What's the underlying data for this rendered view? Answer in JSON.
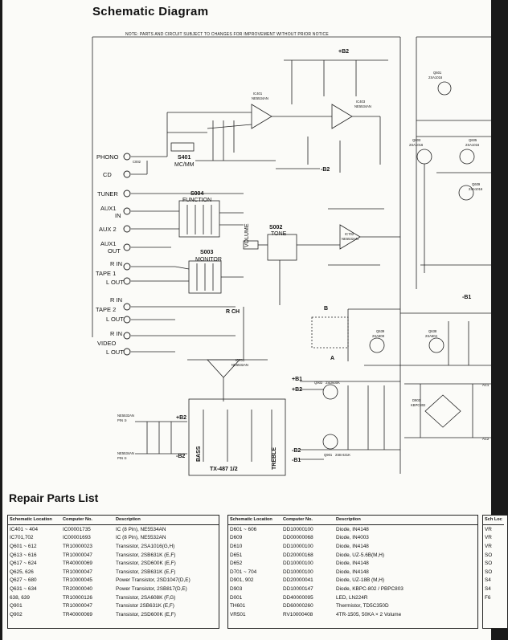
{
  "header": {
    "title": "Schematic Diagram",
    "note": "NOTE: PARTS AND CIRCUIT SUBJECT TO CHANGES FOR IMPROVEMENT WITHOUT PRIOR NOTICE"
  },
  "schematic": {
    "jacks": {
      "phono": "PHONO",
      "cd": "CD",
      "tuner": "TUNER",
      "aux1_in_a": "AUX1",
      "aux1_in_b": "IN",
      "aux2": "AUX 2",
      "aux1_out_a": "AUX1",
      "aux1_out_b": "OUT",
      "tape1_rin": "R IN",
      "tape1": "TAPE 1",
      "tape1_lout": "L OUT",
      "tape2_rin": "R IN",
      "tape2": "TAPE 2",
      "tape2_lout": "L OUT",
      "video_rin": "R IN",
      "video": "VIDEO",
      "video_lout": "L OUT"
    },
    "switches": {
      "s401": "S401",
      "s401_sub": "MC/MM",
      "s004": "S004",
      "s004_sub": "FUNCTION",
      "s003": "S003",
      "s003_sub": "MONITOR",
      "s002": "S002",
      "s002_sub": "TONE",
      "volume": "VOLUME",
      "rch": "R CH"
    },
    "ics": {
      "ic401": "IC401",
      "ic401_sub": "NE5534AN",
      "ic403": "IC403",
      "ic403_sub": "NE5534AN",
      "ic702": "IC702",
      "ic702_sub": "NE5532AN",
      "ic701": "IC701",
      "ic701_sub": "NE5532AN"
    },
    "transistors": {
      "q601": "Q601",
      "q601_sub": "2SA1016",
      "q603": "Q603",
      "q603_sub": "2SA1016",
      "q605": "Q605",
      "q605_sub": "2SA1016",
      "q609": "Q609",
      "q609_sub": "2SA1016",
      "q639": "Q639",
      "q639_sub": "2SA608",
      "q638": "Q638",
      "q638_sub": "2SA604",
      "q902": "Q902",
      "q902_sub": "2SD600K",
      "q901": "Q901",
      "q901_sub": "2SB 631K"
    },
    "labels": {
      "b2_top": "+B2",
      "b2_mid": "-B2",
      "b1_right": "-B1",
      "b1_left": "+B1",
      "b2_left": "+B2",
      "b2_bottom": "-B2",
      "b1_bottom": "-B1",
      "b2_ic_top": "+B2",
      "b2_ic_bottom": "-B2",
      "ac1": "AC1",
      "ac2": "AC2",
      "d903": "D903",
      "d903_sub": "KBPC802",
      "tx487": "TX-487 1/2",
      "bass": "BASS",
      "treble": "TREBLE",
      "ic_pin_b_a": "NE5532AN",
      "ic_pin_b_b": "PIN ③",
      "ic_pin_a_a": "NE5534AN",
      "ic_pin_a_b": "PIN ⑤",
      "sw_b": "B",
      "sw_a": "A",
      "c002": "C002"
    }
  },
  "repair": {
    "title": "Repair Parts List",
    "columns": [
      "Schematic Location",
      "Computer No.",
      "Description"
    ],
    "table1": [
      [
        "IC401 ~ 404",
        "IC00001735",
        "IC (8 Pin), NE5534AN"
      ],
      [
        "IC701,702",
        "IC00001693",
        "IC (8 Pin), NE5532AN"
      ],
      [
        "Q601 ~ 612",
        "TR10000023",
        "Transistor, 2SA1016(G,H)"
      ],
      [
        "Q613 ~ 616",
        "TR10000047",
        "Transistor, 2SB631K (E,F)"
      ],
      [
        "Q617 ~ 624",
        "TR40000069",
        "Transistor, 2SD600K (E,F)"
      ],
      [
        "Q625, 626",
        "TR10000047",
        "Transistor, 2SB631K (E,F)"
      ],
      [
        "Q627 ~ 680",
        "TR10000045",
        "Power Transistor, 2SD1047(D,E)"
      ],
      [
        "Q631 ~ 634",
        "TR20000040",
        "Power Transistor, 2SB817(D,E)"
      ],
      [
        "638, 639",
        "TR10000126",
        "Transistor, 2SA608K (F,G)"
      ],
      [
        "Q901",
        "TR10000047",
        "Transistor 2SB631K (E,F)"
      ],
      [
        "Q902",
        "TR40000069",
        "Transistor, 2SD600K (E,F)"
      ]
    ],
    "table2": [
      [
        "D601 ~ 606",
        "DD10000100",
        "Diode, IN4148"
      ],
      [
        "D609",
        "DD00000068",
        "Diode, IN4003"
      ],
      [
        "D610",
        "DD10000100",
        "Diode, IN4148"
      ],
      [
        "D651",
        "DD20000168",
        "Diode, UZ-5.6B(M,H)"
      ],
      [
        "D652",
        "DD10000100",
        "Diode, IN4148"
      ],
      [
        "D701 ~ 704",
        "DD10000100",
        "Diode, IN4148"
      ],
      [
        "D901, 902",
        "DD20000041",
        "Diode, UZ-18B (M,H)"
      ],
      [
        "D903",
        "DD10000147",
        "Diode, KBPC-802 / PBPC803"
      ],
      [
        "D001",
        "DD40000095",
        "LED, LN224R"
      ],
      [
        "TH601",
        "DD60000260",
        "Thermistor, TD5C350D"
      ],
      [
        "VR501",
        "RV10000408",
        "4TR-1505, 50KA × 2 Volume"
      ]
    ],
    "table3_header": "Sch Loc",
    "table3": [
      "VR",
      "VR",
      "VR",
      "SO",
      "SO",
      "SO",
      "S4",
      "S4",
      "F6"
    ]
  }
}
